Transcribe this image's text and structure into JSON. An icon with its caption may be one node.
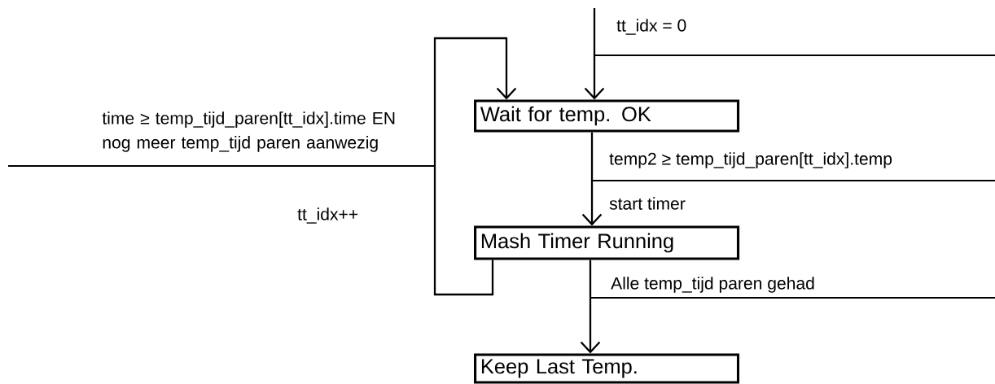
{
  "diagram": {
    "nodes": [
      {
        "text": [
          "Wait for temp. OK"
        ]
      },
      {
        "text": [
          "Mash Timer Running"
        ]
      },
      {
        "text": [
          "Keep Last Temp."
        ]
      }
    ],
    "edges": [
      {
        "from": null,
        "to": 0,
        "arrow": "to",
        "label": "tt_idx = 0"
      },
      {
        "from": 0,
        "to": 1,
        "arrow": "to",
        "label": "temp2 ≥ temp_tijd_paren[tt_idx].temp"
      },
      {
        "from": 1,
        "to": 0,
        "arrow": "to",
        "label": "time ≥ temp_tijd_paren[tt_idx].time EN nog meer temp_tijd paren aanwezig"
      },
      {
        "from": 1,
        "to": 2,
        "arrow": "to",
        "label": "Alle temp_tijd paren gehad"
      }
    ],
    "labels": [
      "start timer",
      "tt_idx++"
    ]
  }
}
